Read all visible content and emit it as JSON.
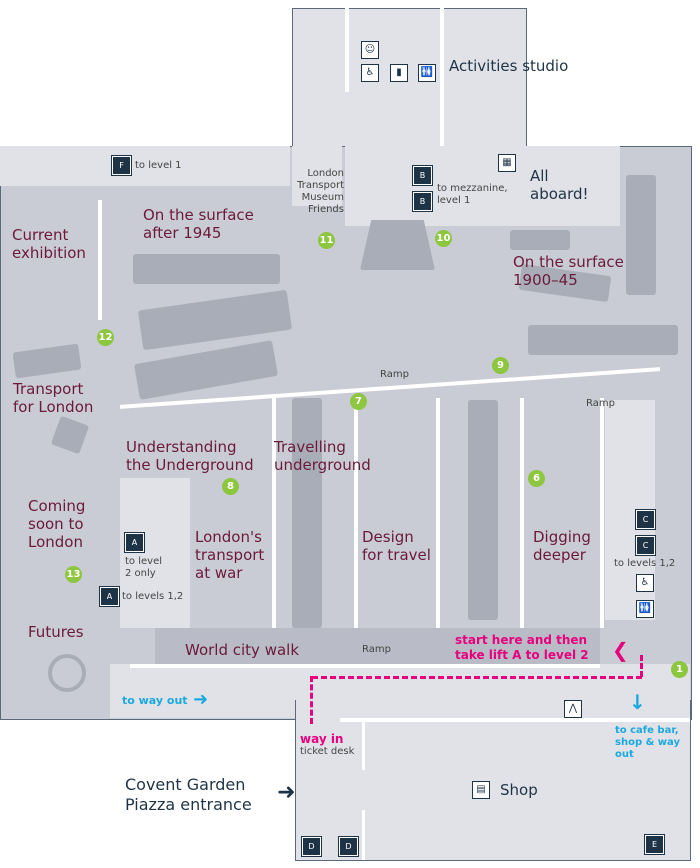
{
  "areas": {
    "activities": "Activities studio",
    "all_aboard": "All aboard!",
    "friends": "London Transport Museum Friends",
    "surface_after": "On the surface after 1945",
    "current": "Current exhibition",
    "surface_1900": "On the surface 1900–45",
    "tfl": "Transport for London",
    "understanding": "Understanding the Underground",
    "travelling": "Travelling underground",
    "coming": "Coming soon to London",
    "war": "London's transport at war",
    "design": "Design for travel",
    "digging": "Digging deeper",
    "futures": "Futures",
    "world": "World city walk",
    "shop": "Shop"
  },
  "small": {
    "to_level1": "to level 1",
    "to_mezz": "to mezzanine, level 1",
    "ramp": "Ramp",
    "to_level2_only": "to level 2 only",
    "to_levels_12": "to levels 1,2",
    "ticket_desk": "ticket desk"
  },
  "directions": {
    "start": "start here and then take lift A to level 2",
    "way_in": "way in",
    "to_way_out": "to way out",
    "cafe": "to cafe bar, shop & way out",
    "entrance": "Covent Garden Piazza entrance"
  },
  "numbers": [
    "1",
    "6",
    "7",
    "8",
    "9",
    "10",
    "11",
    "12",
    "13"
  ],
  "icons": {
    "F": "F",
    "B": "B",
    "A": "A",
    "C": "C",
    "D": "D",
    "E": "E"
  },
  "colors": {
    "maroon": "#6b1a3a",
    "green": "#8dc63f",
    "pink": "#e6007e",
    "cyan": "#1ba9df",
    "navy": "#1f3347"
  }
}
